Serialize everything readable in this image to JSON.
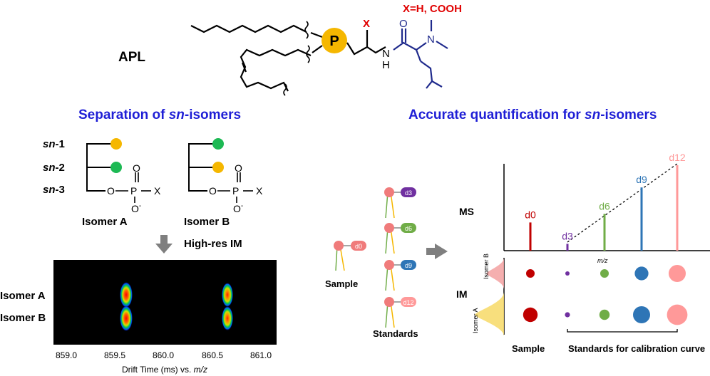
{
  "header": {
    "apl_label": "APL",
    "x_note": "X=H, COOH",
    "p_label": "P",
    "x_atom": "X",
    "o_atom": "O",
    "n_atom": "N",
    "nh_atom": "N",
    "h_atom": "H"
  },
  "left_panel": {
    "title_prefix": "Separation of ",
    "title_italic": "sn",
    "title_suffix": "-isomers",
    "sn_labels": [
      {
        "italic": "sn",
        "rest": "-1"
      },
      {
        "italic": "sn",
        "rest": "-2"
      },
      {
        "italic": "sn",
        "rest": "-3"
      }
    ],
    "phosphate": {
      "o": "O",
      "p": "P",
      "x": "X",
      "o_minus": "O",
      "minus": "-"
    },
    "isomer_a_label": "Isomer A",
    "isomer_b_label": "Isomer B",
    "arrow_label": "High-res IM",
    "heatmap": {
      "row_labels": [
        "Isomer A",
        "Isomer B"
      ],
      "x_ticks": [
        "859.0",
        "859.5",
        "860.0",
        "860.5",
        "861.0"
      ],
      "x_axis_label_prefix": "Drift Time (ms) vs. ",
      "x_axis_label_italic": "m/z"
    }
  },
  "right_panel": {
    "title_prefix": "Accurate quantification for ",
    "title_italic": "sn",
    "title_suffix": "-isomers",
    "sample_tag": "d0",
    "sample_label": "Sample",
    "standard_tags": [
      "d3",
      "d6",
      "d9",
      "d12"
    ],
    "standards_label": "Standards",
    "ms_label": "MS",
    "im_label": "IM",
    "mz_label": "m/z",
    "isomer_b_axis": "Isomer B",
    "isomer_a_axis": "Isomer A",
    "bottom_sample_label": "Sample",
    "bottom_standards_label": "Standards for calibration curve"
  },
  "chart_data": {
    "type": "bar",
    "categories": [
      "d0",
      "d3",
      "d6",
      "d9",
      "d12"
    ],
    "values": [
      0.33,
      0.08,
      0.43,
      0.74,
      1.0
    ],
    "colors": [
      "#c00000",
      "#7030a0",
      "#70ad47",
      "#2e75b6",
      "#ff9999"
    ],
    "ylabel": "MS",
    "xlabel": "m/z",
    "ylim": [
      0,
      1
    ]
  },
  "bubbles": {
    "colors": [
      "#c00000",
      "#7030a0",
      "#70ad47",
      "#2e75b6",
      "#ff9999"
    ],
    "isomer_b_sizes": [
      0.5,
      0.25,
      0.5,
      0.8,
      1.0
    ],
    "isomer_a_sizes": [
      0.85,
      0.3,
      0.6,
      1.0,
      1.2
    ]
  },
  "colors": {
    "title_blue": "#1f1fd6",
    "navy": "#1f2a8c",
    "red": "#e00000",
    "gold": "#f5b700",
    "green": "#1db954",
    "salmon": "#f07b7b"
  }
}
